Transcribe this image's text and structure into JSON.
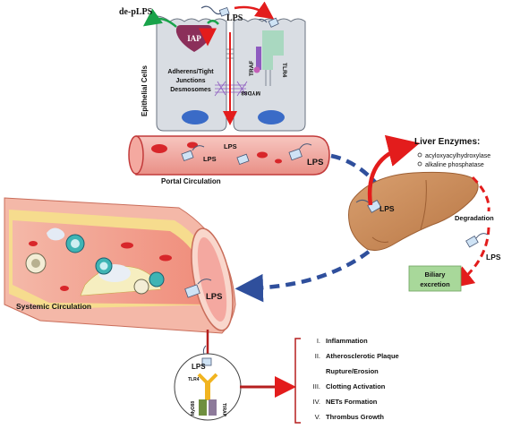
{
  "labels": {
    "de_plps": "de-pLPS",
    "lps_top": "LPS",
    "iap": "IAP",
    "epithelial_cells": "Epithelial Cells",
    "junctions": [
      "Adherens/Tight",
      "Junctions",
      "Desmosomes"
    ],
    "tlr4_top": "TLR4",
    "traf_top": "TRAF",
    "myd88_top": "MYD88",
    "portal_lps": [
      "LPS",
      "LPS",
      "LPS"
    ],
    "portal_circulation": "Portal Circulation",
    "liver_enzymes_title": "Liver Enzymes:",
    "liver_enzymes": [
      "acyloxyacylhydroxylase",
      "alkaline phosphatase"
    ],
    "liver_lps": "LPS",
    "degradation": "Degradation",
    "degradation_lps": "LPS",
    "biliary_excretion": [
      "Biliary",
      "excretion"
    ],
    "systemic_lps": "LPS",
    "systemic_circulation": "Systemic Circulation",
    "receptor_lps": "LPS",
    "receptor_tlr4": "TLR4",
    "receptor_myd88": "MyD88",
    "receptor_trap": "TIRAP"
  },
  "outcomes": [
    {
      "num": "I.",
      "text": "Inflammation"
    },
    {
      "num": "II.",
      "text": "Atherosclerotic Plaque"
    },
    {
      "num": "",
      "text": "Rupture/Erosion"
    },
    {
      "num": "III.",
      "text": "Clotting Activation"
    },
    {
      "num": "IV.",
      "text": "NETs Formation"
    },
    {
      "num": "V.",
      "text": "Thrombus Growth"
    }
  ],
  "colors": {
    "arrow_red": "#e31c1c",
    "dash_blue": "#2f4f9c",
    "liver": "#c98b57",
    "vessel_red": "#f2b0aa",
    "cell_gray": "#d9dde3",
    "iap_purple": "#8b2f5a",
    "biliary_green": "#a8d89a",
    "de_plps_arrow": "#19a34a"
  }
}
